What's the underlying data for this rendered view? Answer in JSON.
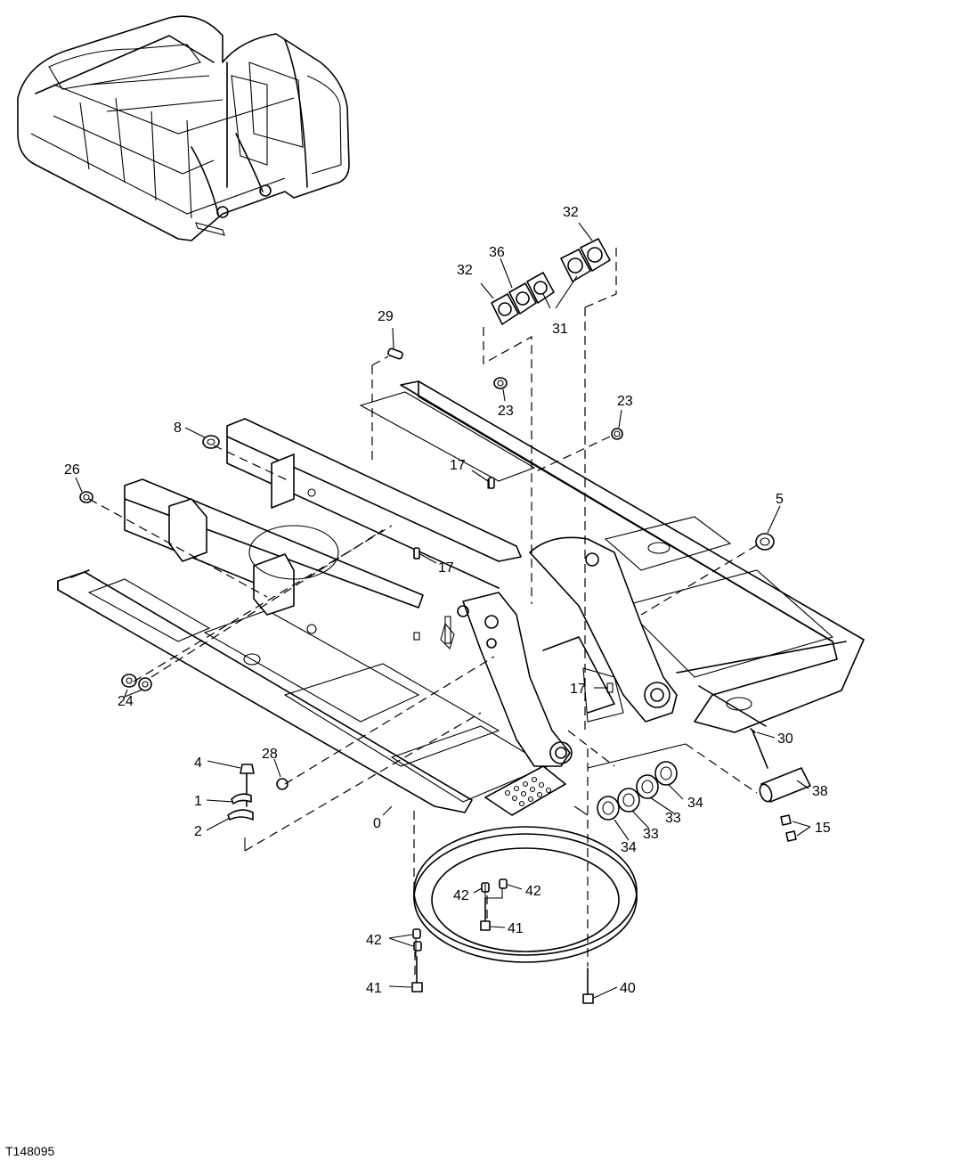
{
  "figure_id": "T148095",
  "callouts": [
    {
      "id": "c29",
      "text": "29"
    },
    {
      "id": "c32a",
      "text": "32"
    },
    {
      "id": "c36",
      "text": "36"
    },
    {
      "id": "c32b",
      "text": "32"
    },
    {
      "id": "c31",
      "text": "31"
    },
    {
      "id": "c23a",
      "text": "23"
    },
    {
      "id": "c23b",
      "text": "23"
    },
    {
      "id": "c8",
      "text": "8"
    },
    {
      "id": "c26",
      "text": "26"
    },
    {
      "id": "c17a",
      "text": "17"
    },
    {
      "id": "c17b",
      "text": "17"
    },
    {
      "id": "c5",
      "text": "5"
    },
    {
      "id": "c17c",
      "text": "17"
    },
    {
      "id": "c24",
      "text": "24"
    },
    {
      "id": "c30",
      "text": "30"
    },
    {
      "id": "c38",
      "text": "38"
    },
    {
      "id": "c4",
      "text": "4"
    },
    {
      "id": "c28",
      "text": "28"
    },
    {
      "id": "c1",
      "text": "1"
    },
    {
      "id": "c2",
      "text": "2"
    },
    {
      "id": "c0",
      "text": "0"
    },
    {
      "id": "c34a",
      "text": "34"
    },
    {
      "id": "c33a",
      "text": "33"
    },
    {
      "id": "c34b",
      "text": "34"
    },
    {
      "id": "c33b",
      "text": "33"
    },
    {
      "id": "c15",
      "text": "15"
    },
    {
      "id": "c42a",
      "text": "42"
    },
    {
      "id": "c42b",
      "text": "42"
    },
    {
      "id": "c41a",
      "text": "41"
    },
    {
      "id": "c42c",
      "text": "42"
    },
    {
      "id": "c41b",
      "text": "41"
    },
    {
      "id": "c40",
      "text": "40"
    }
  ]
}
